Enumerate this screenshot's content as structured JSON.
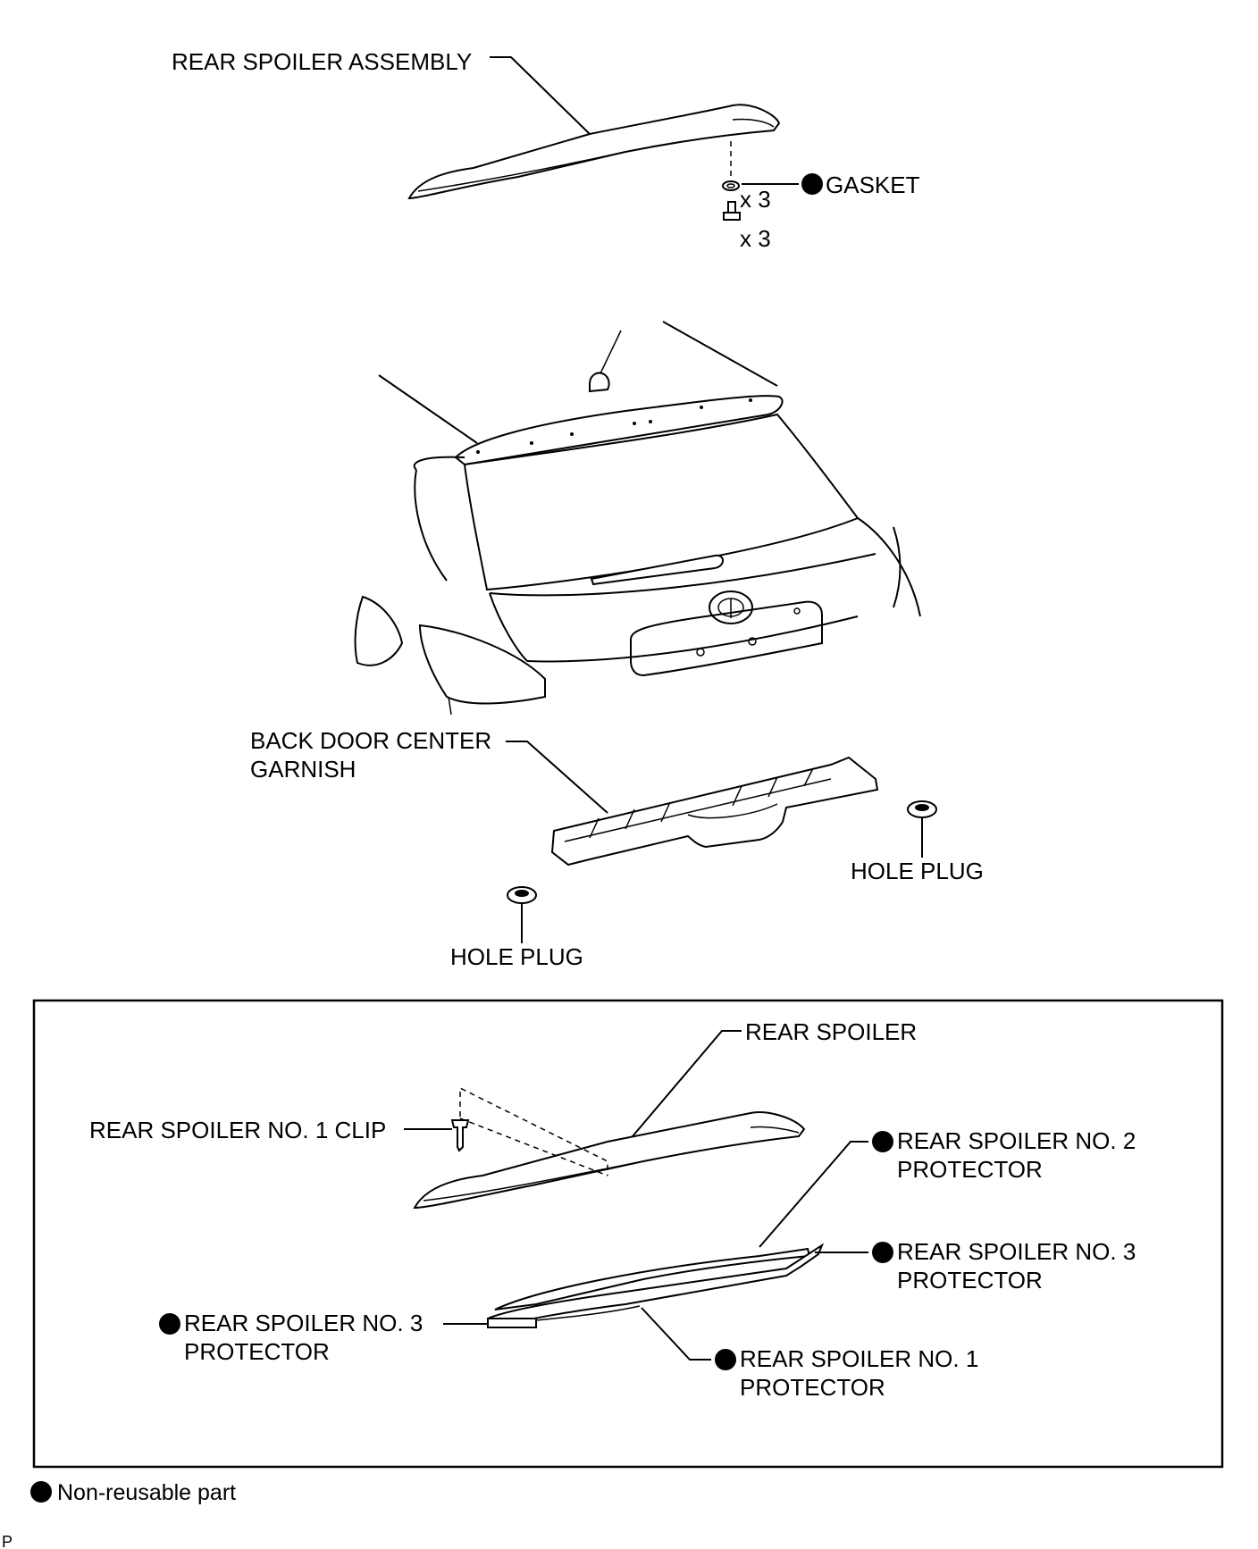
{
  "labels": {
    "rear_spoiler_assembly": "REAR SPOILER ASSEMBLY",
    "gasket": "GASKET",
    "qty_gasket": "x 3",
    "qty_bolt": "x 3",
    "back_door_center_1": "BACK DOOR CENTER",
    "back_door_center_2": "GARNISH",
    "hole_plug_right": "HOLE PLUG",
    "hole_plug_left": "HOLE PLUG",
    "rear_spoiler": "REAR SPOILER",
    "clip": "REAR SPOILER NO. 1 CLIP",
    "protector2_1": "REAR SPOILER NO. 2",
    "protector2_2": "PROTECTOR",
    "protector3r_1": "REAR SPOILER NO. 3",
    "protector3r_2": "PROTECTOR",
    "protector3l_1": "REAR SPOILER NO. 3",
    "protector3l_2": "PROTECTOR",
    "protector1_1": "REAR SPOILER NO. 1",
    "protector1_2": "PROTECTOR"
  },
  "legend": {
    "text": "Non-reusable part"
  },
  "corner_mark": "P"
}
